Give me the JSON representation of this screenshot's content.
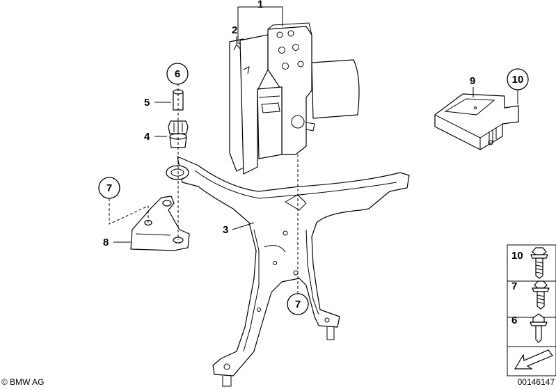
{
  "callouts": {
    "c1": "1",
    "c2": "2",
    "c3": "3",
    "c4": "4",
    "c5": "5",
    "c6": "6",
    "c7a": "7",
    "c7b": "7",
    "c8": "8",
    "c9": "9",
    "c10": "10"
  },
  "legend": {
    "row1": "10",
    "row2": "7",
    "row3": "6"
  },
  "footer": {
    "copyright": "© BMW AG",
    "diagram_number": "00146147"
  }
}
